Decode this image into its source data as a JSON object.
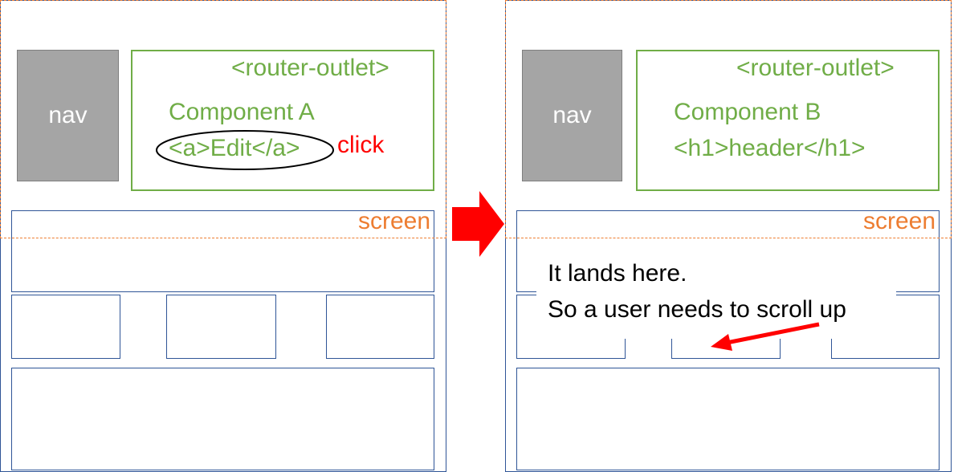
{
  "before": {
    "nav_label": "nav",
    "outlet_label": "<router-outlet>",
    "component_label": "Component A",
    "link_label": "<a>Edit</a>",
    "action_label": "click",
    "screen_label": "screen"
  },
  "after": {
    "nav_label": "nav",
    "outlet_label": "<router-outlet>",
    "component_label": "Component B",
    "header_label": "<h1>header</h1>",
    "screen_label": "screen",
    "note_line1": "It lands here.",
    "note_line2": "So a user needs to scroll up"
  },
  "colors": {
    "page_border": "#2f5597",
    "screen_border": "#ed7d31",
    "component_green": "#70ad47",
    "nav_fill": "#a5a5a5",
    "arrow_red": "#ff0000"
  }
}
